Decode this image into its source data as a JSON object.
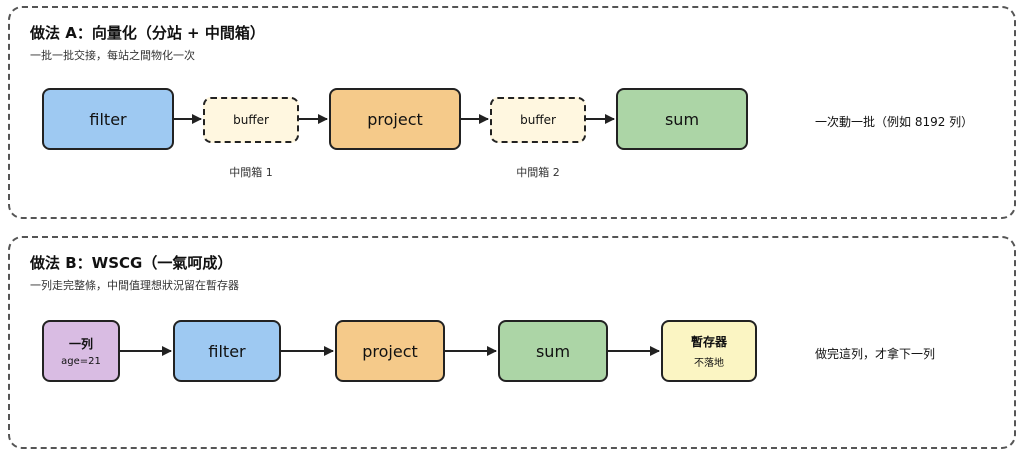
{
  "section_a": {
    "title": "做法 A：向量化（分站 + 中間箱）",
    "subtitle": "一批一批交接，每站之間物化一次",
    "nodes": {
      "filter": "filter",
      "buffer1": "buffer",
      "project": "project",
      "buffer2": "buffer",
      "sum": "sum"
    },
    "captions": {
      "buffer1": "中間箱 1",
      "buffer2": "中間箱 2"
    },
    "note": "一次動一批（例如 8192 列）"
  },
  "section_b": {
    "title": "做法 B：WSCG（一氣呵成）",
    "subtitle": "一列走完整條，中間值理想狀況留在暫存器",
    "nodes": {
      "row_label": "一列",
      "row_sub": "age=21",
      "filter": "filter",
      "project": "project",
      "sum": "sum",
      "register_label": "暫存器",
      "register_sub": "不落地"
    },
    "note": "做完這列，才拿下一列"
  },
  "colors": {
    "filter": "#9ec9f2",
    "project": "#f5ca8a",
    "sum": "#acd5a6",
    "buffer": "#fff7e0",
    "row": "#d9bce3",
    "register": "#fbf5c3",
    "stroke": "#222222",
    "panel_border": "#555555"
  }
}
